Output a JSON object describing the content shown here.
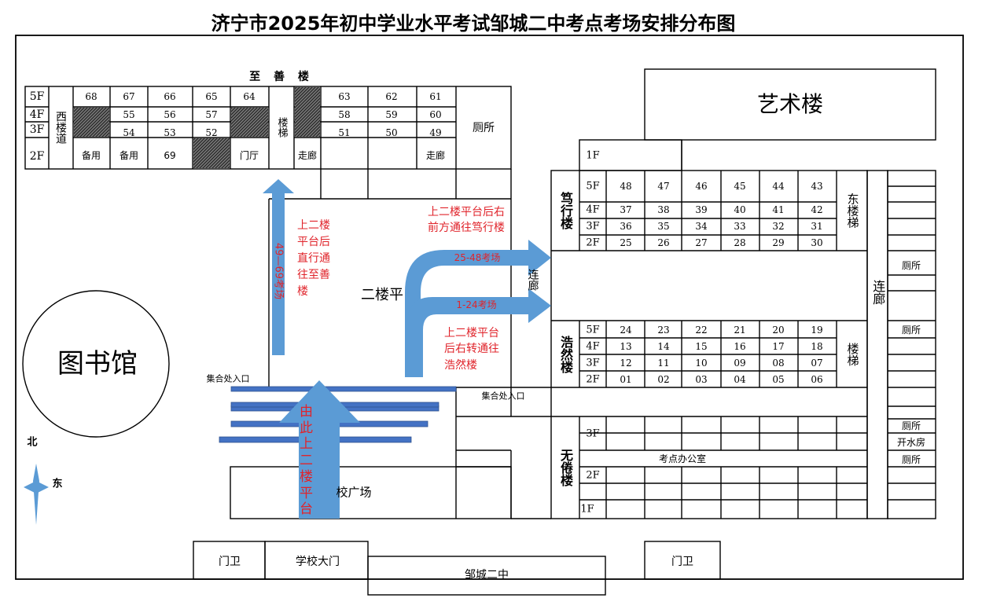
{
  "title": "济宁市2025年初中学业水平考试邹城二中考点考场安排分布图",
  "colors": {
    "arrow": "#5b9bd5",
    "stair_bar": "#4472c4",
    "route_text": "#e0242b",
    "line": "#000000"
  },
  "zhishan": {
    "name": "至 善 楼",
    "floors": [
      "5F",
      "4F",
      "3F",
      "2F"
    ],
    "west_stair": "西楼道",
    "stair": "楼梯",
    "r5_left": [
      "68",
      "67",
      "66",
      "65",
      "64"
    ],
    "r4_left": [
      "55",
      "56",
      "57"
    ],
    "r3_left": [
      "54",
      "53",
      "52"
    ],
    "r2_left": [
      "备用",
      "备用",
      "69",
      "门厅"
    ],
    "r5_right": [
      "63",
      "62",
      "61"
    ],
    "r4_right": [
      "58",
      "59",
      "60"
    ],
    "r3_right": [
      "51",
      "50",
      "49"
    ],
    "r2_corridor": "走廊",
    "toilet": "厕所"
  },
  "art": "艺术楼",
  "duxing": {
    "name": "笃行楼",
    "floors": [
      "5F",
      "4F",
      "3F",
      "2F"
    ],
    "rows": [
      [
        "48",
        "47",
        "46",
        "45",
        "44",
        "43"
      ],
      [
        "37",
        "38",
        "39",
        "40",
        "41",
        "42"
      ],
      [
        "36",
        "35",
        "34",
        "33",
        "32",
        "31"
      ],
      [
        "25",
        "26",
        "27",
        "28",
        "29",
        "30"
      ]
    ],
    "east_stair": "东楼梯",
    "one_f": "1F"
  },
  "haoran": {
    "name": "浩然楼",
    "floors": [
      "5F",
      "4F",
      "3F",
      "2F"
    ],
    "rows": [
      [
        "24",
        "23",
        "22",
        "21",
        "20",
        "19"
      ],
      [
        "13",
        "14",
        "15",
        "16",
        "17",
        "18"
      ],
      [
        "12",
        "11",
        "10",
        "09",
        "08",
        "07"
      ],
      [
        "01",
        "02",
        "03",
        "04",
        "05",
        "06"
      ]
    ],
    "stair": "楼梯"
  },
  "wujuan": {
    "name": "无倦楼",
    "floors": [
      "3F",
      "2F",
      "1F"
    ],
    "office": "考点办公室",
    "side": [
      "厕所",
      "开水房",
      "厕所"
    ]
  },
  "east_corridor": {
    "label": "连廊",
    "toilets": [
      "厕所",
      "厕所"
    ]
  },
  "mid_corridor": "连廊",
  "library": "图书馆",
  "platform": "二楼平",
  "square": "校广场",
  "assembly_left": "集合处入口",
  "assembly_right": "集合处入口",
  "arrows": {
    "up_label": "49—69考场",
    "upper_label": "25-48考场",
    "lower_label": "1-24考场",
    "entry_label": "由此上二楼平台"
  },
  "routes": {
    "zhishan": "上二楼平台后直行通往至善楼",
    "duxing": "上二楼平台后右前方通往笃行楼",
    "haoran": "上二楼平台后右转通往浩然楼"
  },
  "compass": {
    "north": "北",
    "east": "东"
  },
  "bottom": {
    "guard_left": "门卫",
    "gate": "学校大门",
    "school": "邹城二中",
    "guard_right": "门卫"
  }
}
